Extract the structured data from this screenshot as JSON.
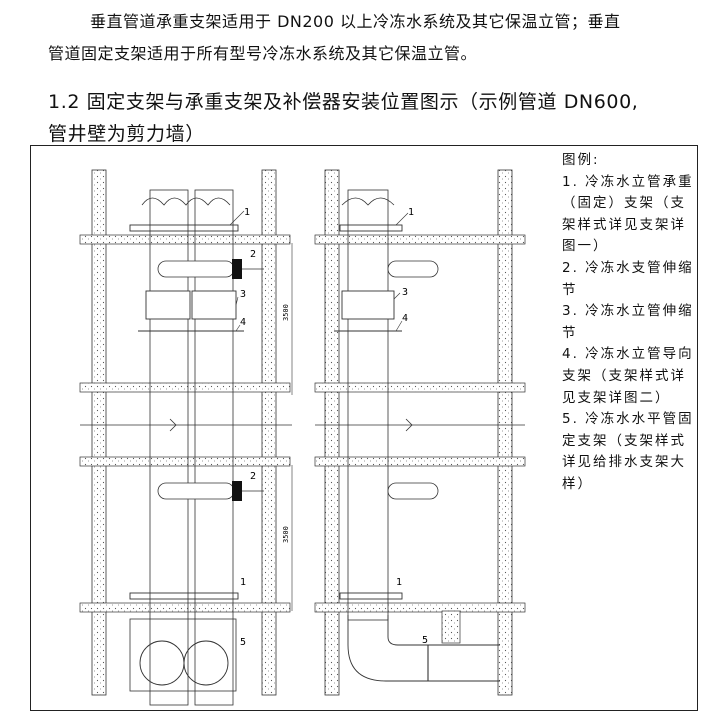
{
  "paragraph": {
    "line1": "垂直管道承重支架适用于 DN200 以上冷冻水系统及其它保温立管；垂直",
    "line2": "管道固定支架适用于所有型号冷冻水系统及其它保温立管。"
  },
  "section_heading": {
    "line1": "1.2 固定支架与承重支架及补偿器安装位置图示（示例管道 DN600,",
    "line2": "管井壁为剪力墙）"
  },
  "legend": {
    "title": "图例:",
    "items": [
      "1. 冷冻水立管承重（固定）支架（支架样式详见支架详图一）",
      "2. 冷冻水支管伸缩节",
      "3. 冷冻水立管伸缩节",
      "4. 冷冻水立管导向支架（支架样式详见支架详图二）",
      "5. 冷冻水水平管固定支架（支架样式详见给排水支架大样）"
    ]
  },
  "callouts": {
    "c1": "1",
    "c2": "2",
    "c3": "3",
    "c4": "4",
    "c5": "5"
  },
  "dimensions": {
    "upper": "3500",
    "lower": "3500"
  }
}
